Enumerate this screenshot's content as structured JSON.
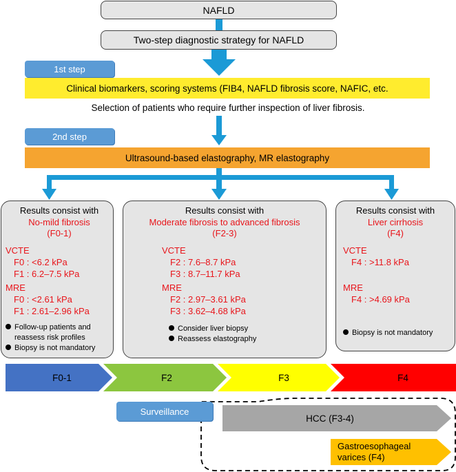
{
  "top": {
    "nafld": "NAFLD",
    "strategy": "Two-step diagnostic strategy for NAFLD"
  },
  "step1": {
    "label": "1st step",
    "band": "Clinical biomarkers, scoring systems (FIB4, NAFLD fibrosis score, NAFIC, etc.",
    "note": "Selection of patients who require further inspection of liver fibrosis."
  },
  "step2": {
    "label": "2nd step",
    "band": "Ultrasound-based elastography, MR elastography"
  },
  "results": [
    {
      "header": "Results consist with",
      "title": "No-mild fibrosis",
      "stage": "(F0-1)",
      "vcte_label": "VCTE",
      "vcte": [
        "F0 : <6.2 kPa",
        "F1 : 6.2–7.5 kPa"
      ],
      "mre_label": "MRE",
      "mre": [
        "F0 : <2.61 kPa",
        "F1 : 2.61–2.96 kPa"
      ],
      "bullets": [
        "Follow-up patients and",
        "reassess risk profiles",
        "Biopsy is not mandatory"
      ]
    },
    {
      "header": "Results consist with",
      "title": "Moderate fibrosis to advanced fibrosis",
      "stage": "(F2-3)",
      "vcte_label": "VCTE",
      "vcte": [
        "F2 : 7.6–8.7 kPa",
        "F3 : 8.7–11.7 kPa"
      ],
      "mre_label": "MRE",
      "mre": [
        "F2 : 2.97–3.61 kPa",
        "F3 : 3.62–4.68 kPa"
      ],
      "bullets": [
        "Consider liver biopsy",
        "Reassess elastography"
      ]
    },
    {
      "header": "Results consist with",
      "title": "Liver cirrhosis",
      "stage": "(F4)",
      "vcte_label": "VCTE",
      "vcte": [
        "F4 : >11.8 kPa"
      ],
      "mre_label": "MRE",
      "mre": [
        "F4 : >4.69 kPa"
      ],
      "bullets": [
        "Biopsy is not mandatory"
      ]
    }
  ],
  "stages": [
    {
      "label": "F0-1",
      "color": "#4472c4"
    },
    {
      "label": "F2",
      "color": "#8cc63f"
    },
    {
      "label": "F3",
      "color": "#ffff00"
    },
    {
      "label": "F4",
      "color": "#ff0000"
    }
  ],
  "surveillance": {
    "label": "Surveillance",
    "hcc": "HCC (F3-4)",
    "varices_line1": "Gastroesophageal",
    "varices_line2": "varices (F4)"
  },
  "colors": {
    "arrow": "#1b9ad6",
    "step_box": "#5b9bd5",
    "band1": "#ffec2e",
    "band2": "#f5a430",
    "box_fill": "#e5e5e5",
    "red_text": "#e8151b",
    "hcc": "#a6a6a6",
    "varices": "#ffc000"
  }
}
